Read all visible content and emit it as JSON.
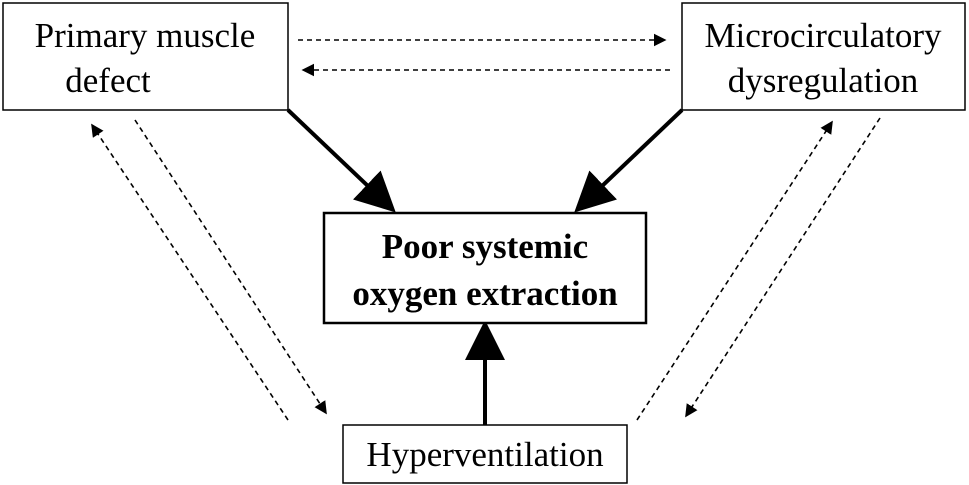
{
  "diagram": {
    "nodes": {
      "muscle": {
        "line1": "Primary muscle",
        "line2": "defect"
      },
      "micro": {
        "line1": "Microcirculatory",
        "line2": "dysregulation"
      },
      "center": {
        "line1": "Poor systemic",
        "line2": "oxygen extraction"
      },
      "hyper": {
        "label": "Hyperventilation"
      }
    },
    "colors": {
      "line": "#000000",
      "box_fill": "#ffffff"
    },
    "edges": [
      {
        "from": "muscle",
        "to": "center",
        "style": "solid"
      },
      {
        "from": "micro",
        "to": "center",
        "style": "solid"
      },
      {
        "from": "hyper",
        "to": "center",
        "style": "solid"
      },
      {
        "from": "muscle",
        "to": "micro",
        "style": "dashed"
      },
      {
        "from": "micro",
        "to": "muscle",
        "style": "dashed"
      },
      {
        "from": "muscle",
        "to": "hyper",
        "style": "dashed"
      },
      {
        "from": "hyper",
        "to": "muscle",
        "style": "dashed"
      },
      {
        "from": "micro",
        "to": "hyper",
        "style": "dashed"
      },
      {
        "from": "hyper",
        "to": "micro",
        "style": "dashed"
      }
    ]
  }
}
